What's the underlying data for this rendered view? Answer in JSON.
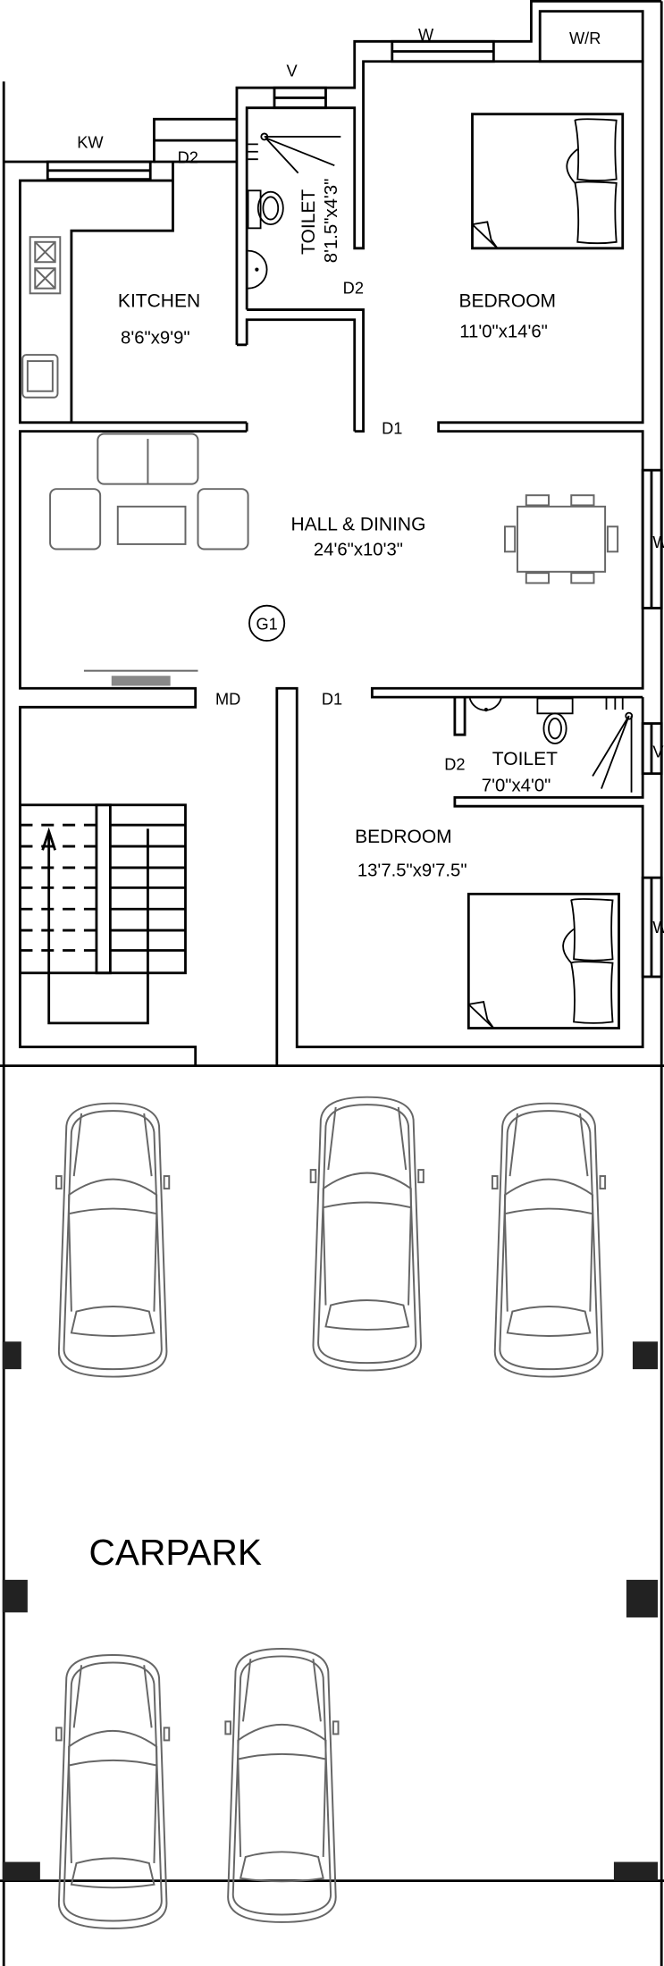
{
  "labels": {
    "kw": "KW",
    "d2_kitchen": "D2",
    "v_top": "V",
    "w_top": "W",
    "wr": "W/R",
    "d2_toilet1": "D2",
    "d1_bedroom1": "D1",
    "md": "MD",
    "d1_bedroom2": "D1",
    "d2_toilet2": "D2",
    "w_hall": "W",
    "v_toilet2": "V",
    "w_bedroom2": "W",
    "g1": "G1"
  },
  "rooms": {
    "kitchen": {
      "name": "KITCHEN",
      "size": "8'6\"x9'9\""
    },
    "toilet1": {
      "name": "TOILET",
      "size": "8'1.5\"x4'3\""
    },
    "bedroom1": {
      "name": "BEDROOM",
      "size": "11'0\"x14'6\""
    },
    "hall": {
      "name": "HALL & DINING",
      "size": "24'6\"x10'3\""
    },
    "toilet2": {
      "name": "TOILET",
      "size": "7'0\"x4'0\""
    },
    "bedroom2": {
      "name": "BEDROOM",
      "size": "13'7.5\"x9'7.5\""
    },
    "carpark": {
      "name": "CARPARK"
    }
  }
}
